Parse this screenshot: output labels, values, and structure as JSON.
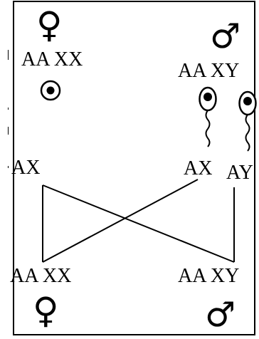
{
  "parent_female": {
    "symbol": "♀",
    "genotype": "AA XX"
  },
  "parent_male": {
    "symbol": "♂",
    "genotype": "AA XY"
  },
  "gametes": {
    "egg": "AX",
    "sperm_x": "AX",
    "sperm_y": "AY"
  },
  "offspring_female": {
    "symbol": "♀",
    "genotype": "AA XX"
  },
  "offspring_male": {
    "symbol": "♂",
    "genotype": "AA XY"
  }
}
